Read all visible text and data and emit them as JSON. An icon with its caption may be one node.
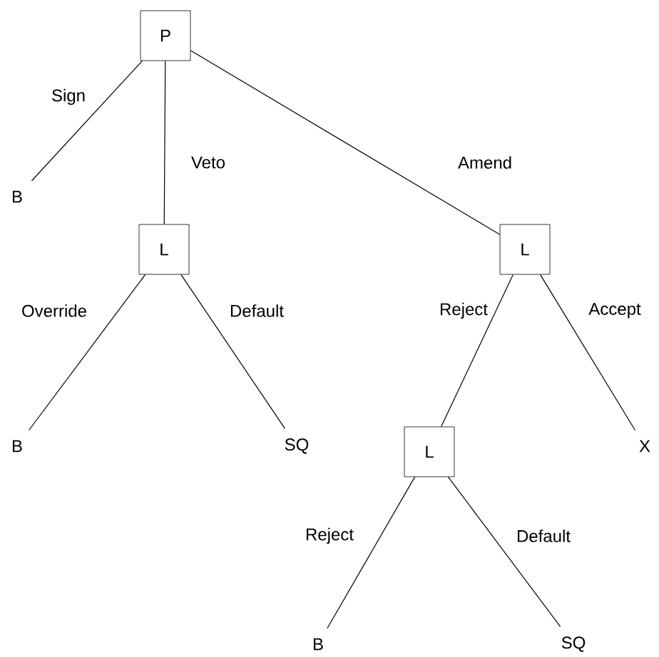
{
  "diagram": {
    "nodes": [
      {
        "text": [
          "P"
        ]
      },
      {
        "text": [
          "B"
        ]
      },
      {
        "text": [
          "L"
        ]
      },
      {
        "text": [
          "L"
        ]
      },
      {
        "text": [
          "B"
        ]
      },
      {
        "text": [
          "SQ"
        ]
      },
      {
        "text": [
          "L"
        ]
      },
      {
        "text": [
          "X"
        ]
      },
      {
        "text": [
          "B"
        ]
      },
      {
        "text": [
          "SQ"
        ]
      }
    ],
    "edges": [
      {
        "from": 0,
        "to": 1,
        "arrow": "none",
        "label": "Sign"
      },
      {
        "from": 0,
        "to": 2,
        "arrow": "none",
        "label": "Veto"
      },
      {
        "from": 0,
        "to": 3,
        "arrow": "none",
        "label": "Amend"
      },
      {
        "from": 2,
        "to": 4,
        "arrow": "none",
        "label": "Override"
      },
      {
        "from": 2,
        "to": 5,
        "arrow": "none",
        "label": "Default"
      },
      {
        "from": 3,
        "to": 6,
        "arrow": "none",
        "label": "Reject"
      },
      {
        "from": 3,
        "to": 7,
        "arrow": "none",
        "label": "Accept"
      },
      {
        "from": 6,
        "to": 8,
        "arrow": "none",
        "label": "Reject"
      },
      {
        "from": 6,
        "to": 9,
        "arrow": "none",
        "label": "Default"
      }
    ]
  }
}
